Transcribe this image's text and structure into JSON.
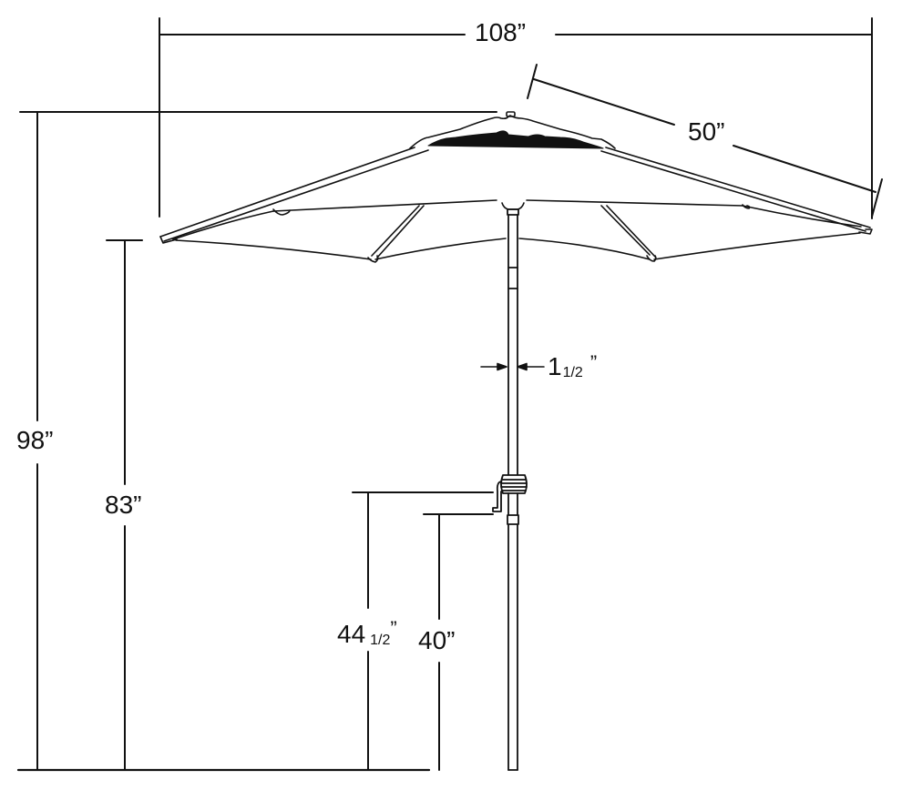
{
  "diagram": {
    "subject": "Patio umbrella dimension drawing",
    "line_color": "#111111",
    "background": "#ffffff"
  },
  "dimensions": {
    "canopy_width": {
      "value": "108",
      "unit": "”"
    },
    "rib_length": {
      "value": "50",
      "unit": "”"
    },
    "overall_height": {
      "value": "98",
      "unit": "”"
    },
    "clearance_height": {
      "value": "83",
      "unit": "”"
    },
    "pole_diameter": {
      "whole": "1",
      "fraction": "1/2",
      "unit": "”"
    },
    "crank_height": {
      "whole": "44",
      "fraction": "1/2",
      "unit": "”"
    },
    "lower_pole_joint_height": {
      "value": "40",
      "unit": "”"
    }
  }
}
